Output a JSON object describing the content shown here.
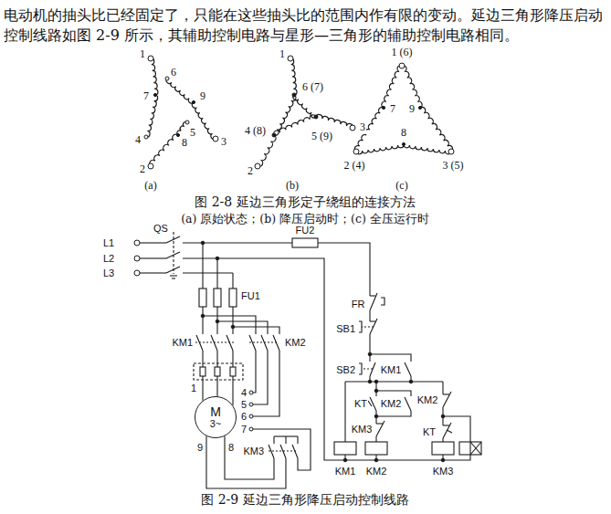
{
  "diagram": {
    "nodes": [
      {
        "text": [
          "M",
          "3~"
        ]
      }
    ],
    "labels": [
      "电动机的抽头比已经固定了，只能在这些抽头比的范围内作有限的变动。延边三角形降压启动控制线路如图 2-9 所示，其辅助控制电路与星形—三角形的辅助控制电路相同。",
      "1",
      "6",
      "7",
      "9",
      "4",
      "8",
      "5",
      "3",
      "2",
      "1",
      "6 (7)",
      "4 (8)",
      "5 (9)",
      "3",
      "2",
      "1 (6)",
      "7",
      "9",
      "8",
      "2 (4)",
      "3 (5)",
      "(a)",
      "(b)",
      "(c)",
      "图 2-8 延边三角形定子绕组的连接方法",
      "(a) 原始状态；(b) 降压启动时；(c) 全压运行时",
      "L1",
      "L2",
      "L3",
      "QS",
      "FU2",
      "FR",
      "SB1",
      "FU1",
      "KM1",
      "KM2",
      "SB2",
      "KM1",
      "KT",
      "KM2",
      "KM2",
      "KM3",
      "KT",
      "1",
      "4",
      "5",
      "6",
      "7",
      "9",
      "8",
      "KM3",
      "KM1",
      "KM2",
      "KM3",
      "图 2-9 延边三角形降压启动控制线路"
    ]
  }
}
